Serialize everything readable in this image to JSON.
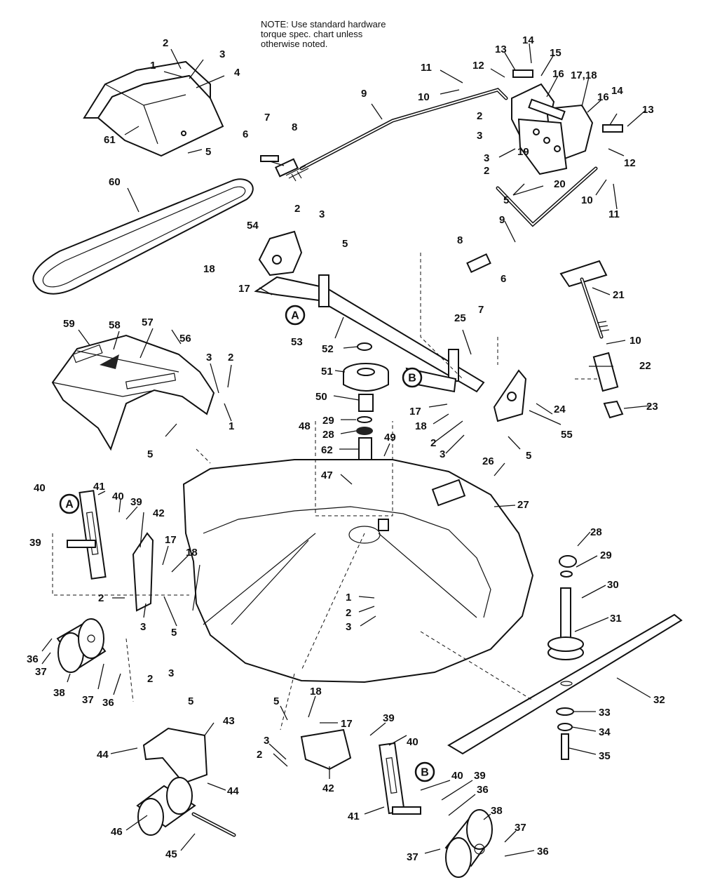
{
  "note": {
    "lines": [
      "NOTE: Use standard hardware",
      "torque spec. chart unless",
      "otherwise noted."
    ]
  },
  "callouts": [
    "A",
    "B",
    "A",
    "B"
  ],
  "part_labels": [
    "2",
    "3",
    "1",
    "4",
    "61",
    "5",
    "60",
    "6",
    "7",
    "8",
    "9",
    "11",
    "10",
    "12",
    "13",
    "14",
    "15",
    "16",
    "17,18",
    "16",
    "14",
    "13",
    "2",
    "3",
    "19",
    "3",
    "2",
    "5",
    "20",
    "12",
    "10",
    "11",
    "2",
    "3",
    "54",
    "5",
    "18",
    "17",
    "53",
    "9",
    "8",
    "6",
    "7",
    "21",
    "10",
    "22",
    "23",
    "25",
    "52",
    "51",
    "50",
    "29",
    "28",
    "62",
    "48",
    "49",
    "47",
    "26",
    "27",
    "59",
    "58",
    "57",
    "56",
    "3",
    "2",
    "1",
    "5",
    "17",
    "18",
    "2",
    "3",
    "24",
    "55",
    "5",
    "40",
    "41",
    "40",
    "39",
    "39",
    "42",
    "17",
    "18",
    "2",
    "3",
    "5",
    "36",
    "37",
    "38",
    "37",
    "36",
    "1",
    "2",
    "3",
    "28",
    "29",
    "30",
    "31",
    "32",
    "33",
    "34",
    "35",
    "2",
    "3",
    "5",
    "43",
    "44",
    "44",
    "46",
    "45",
    "5",
    "18",
    "17",
    "3",
    "2",
    "42",
    "39",
    "40",
    "41",
    "40",
    "39",
    "36",
    "38",
    "37",
    "37",
    "36"
  ]
}
